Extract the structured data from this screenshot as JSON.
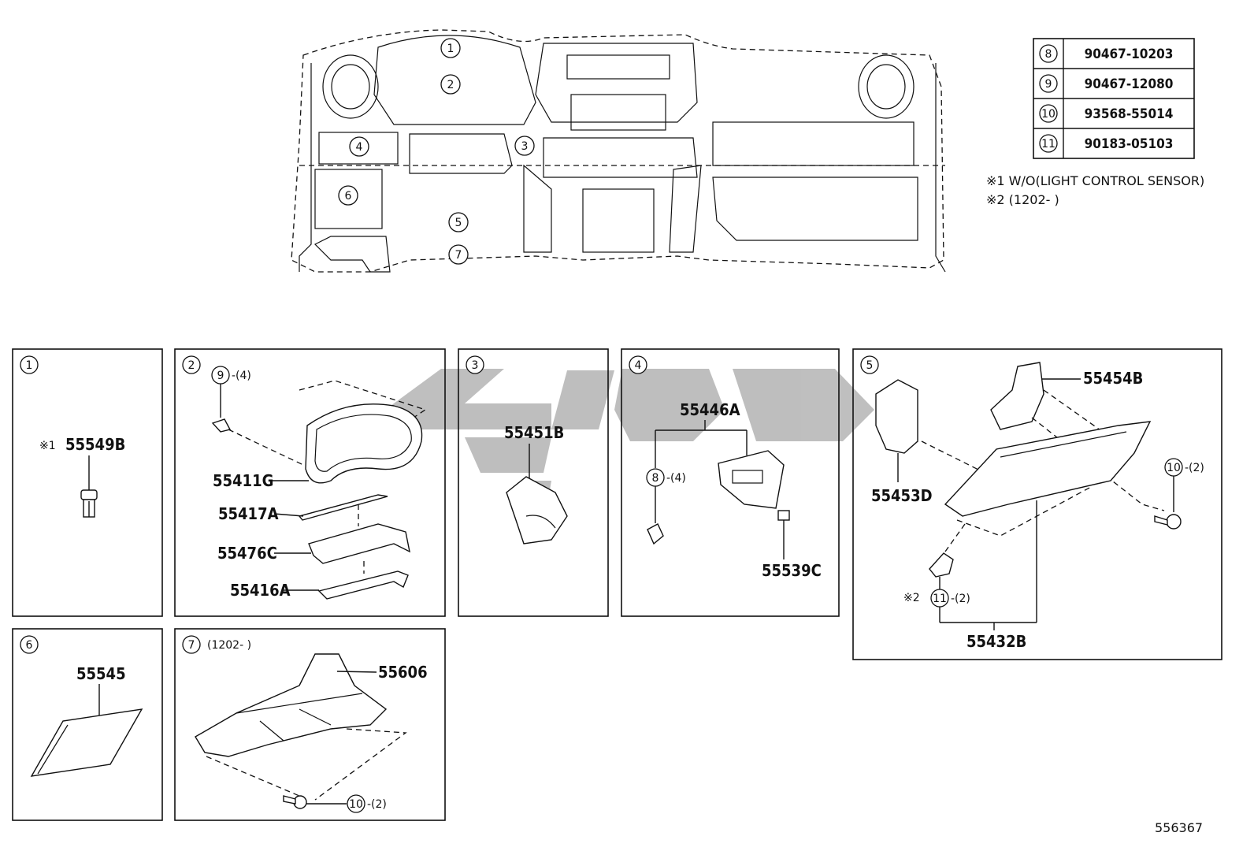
{
  "ref_table": {
    "rows": [
      {
        "ref": "8",
        "part": "90467-10203"
      },
      {
        "ref": "9",
        "part": "90467-12080"
      },
      {
        "ref": "10",
        "part": "93568-55014"
      },
      {
        "ref": "11",
        "part": "90183-05103"
      }
    ]
  },
  "notes": {
    "note1": "※1 W/O(LIGHT CONTROL SENSOR)",
    "note2": "※2 (1202-      )"
  },
  "overview": {
    "callouts": [
      "1",
      "2",
      "3",
      "4",
      "5",
      "6",
      "7"
    ]
  },
  "panels": {
    "p1": {
      "num": "1",
      "mark": "※1",
      "part": "55549B"
    },
    "p2": {
      "num": "2",
      "ref": "9",
      "qty": "-(4)",
      "parts": [
        "55411G",
        "55417A",
        "55476C",
        "55416A"
      ]
    },
    "p3": {
      "num": "3",
      "part": "55451B"
    },
    "p4": {
      "num": "4",
      "part_a": "55446A",
      "ref": "8",
      "qty": "-(4)",
      "part_b": "55539C"
    },
    "p5": {
      "num": "5",
      "part_a": "55454B",
      "part_b": "55453D",
      "ref10": "10",
      "qty10": "-(2)",
      "mark": "※2",
      "ref11": "11",
      "qty11": "-(2)",
      "part_c": "55432B"
    },
    "p6": {
      "num": "6",
      "part": "55545"
    },
    "p7": {
      "num": "7",
      "note": "(1202-      )",
      "part": "55606",
      "ref": "10",
      "qty": "-(2)"
    }
  },
  "figure_id": "556367"
}
